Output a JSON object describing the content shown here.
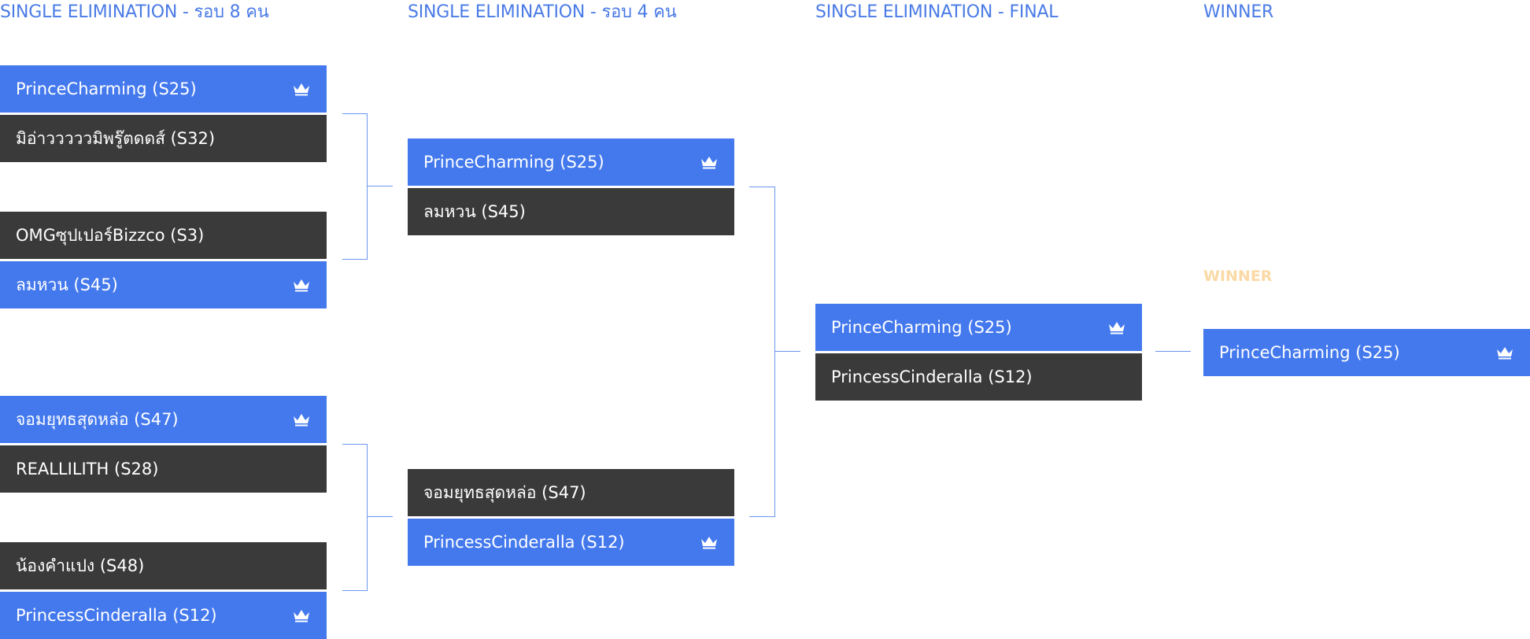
{
  "columns": [
    {
      "title": "SINGLE ELIMINATION - รอบ 8 คน"
    },
    {
      "title": "SINGLE ELIMINATION - รอบ 4 คน"
    },
    {
      "title": "SINGLE ELIMINATION - FINAL"
    },
    {
      "title": "WINNER"
    }
  ],
  "round8": [
    {
      "name": "PrinceCharming (S25)",
      "result": "win"
    },
    {
      "name": "มิอ่าวววววมิพรู๊ตดดส์ (S32)",
      "result": "lose"
    },
    {
      "name": "OMGซุปเปอร์Bizzco (S3)",
      "result": "lose"
    },
    {
      "name": "ลมหวน (S45)",
      "result": "win"
    },
    {
      "name": "จอมยุทธสุดหล่อ (S47)",
      "result": "win"
    },
    {
      "name": "REALLILITH (S28)",
      "result": "lose"
    },
    {
      "name": "น้องคำแปง (S48)",
      "result": "lose"
    },
    {
      "name": "PrincessCinderalla (S12)",
      "result": "win"
    }
  ],
  "round4": [
    {
      "name": "PrinceCharming (S25)",
      "result": "win"
    },
    {
      "name": "ลมหวน (S45)",
      "result": "lose"
    },
    {
      "name": "จอมยุทธสุดหล่อ (S47)",
      "result": "lose"
    },
    {
      "name": "PrincessCinderalla (S12)",
      "result": "win"
    }
  ],
  "final": [
    {
      "name": "PrinceCharming (S25)",
      "result": "win"
    },
    {
      "name": "PrincessCinderalla (S12)",
      "result": "lose"
    }
  ],
  "winner": {
    "label": "WINNER",
    "name": "PrinceCharming (S25)"
  },
  "colors": {
    "accent": "#4479ee",
    "loser": "#3a3a3a",
    "winner_label": "#fbd9a5",
    "connector": "#6b96ee"
  },
  "icons": {
    "winner_mark": "crown-icon"
  }
}
